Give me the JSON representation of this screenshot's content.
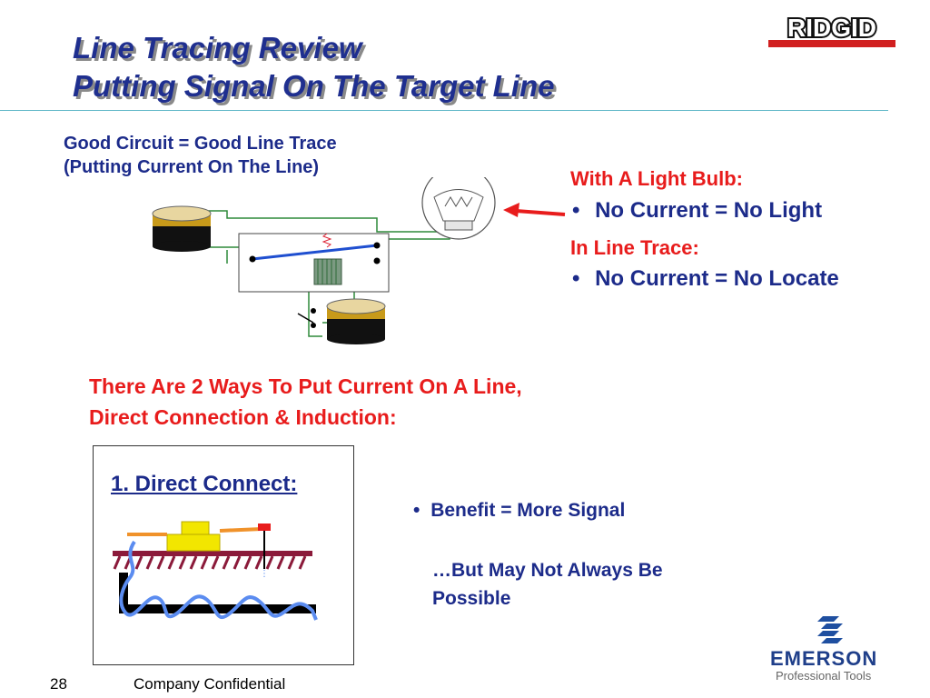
{
  "slide": {
    "title_line1": "Line Tracing Review",
    "title_line2": "Putting Signal On The Target Line",
    "page_number": "28",
    "footer_text": "Company Confidential"
  },
  "logos": {
    "ridgid": "RIDGID",
    "emerson": "EMERSON",
    "emerson_sub": "Professional Tools"
  },
  "circuit": {
    "caption_line1": "Good Circuit = Good Line Trace",
    "caption_line2": "(Putting Current On The Line)"
  },
  "right_panel": {
    "heading1": "With  A Light Bulb:",
    "bullet1": "No Current = No Light",
    "heading2": "In Line Trace:",
    "bullet2": "No Current = No Locate"
  },
  "ways": {
    "line1": "There Are 2 Ways To Put Current On A Line,",
    "line2": "Direct Connection & Induction:"
  },
  "direct_connect": {
    "label": "1. Direct Connect:",
    "benefit": "Benefit = More Signal",
    "caveat_line1": "…But May Not Always Be",
    "caveat_line2": "Possible"
  },
  "colors": {
    "title": "#1f2f8f",
    "body_blue": "#1c2b8a",
    "accent_red": "#e81c1c",
    "rule": "#5fb7c7",
    "wire_green": "#2e8a3a",
    "signal_blue": "#5b8cf0"
  },
  "icons": {
    "bullet": "•",
    "ridgid_logo": "ridgid-logo",
    "emerson_logo": "emerson-logo"
  }
}
